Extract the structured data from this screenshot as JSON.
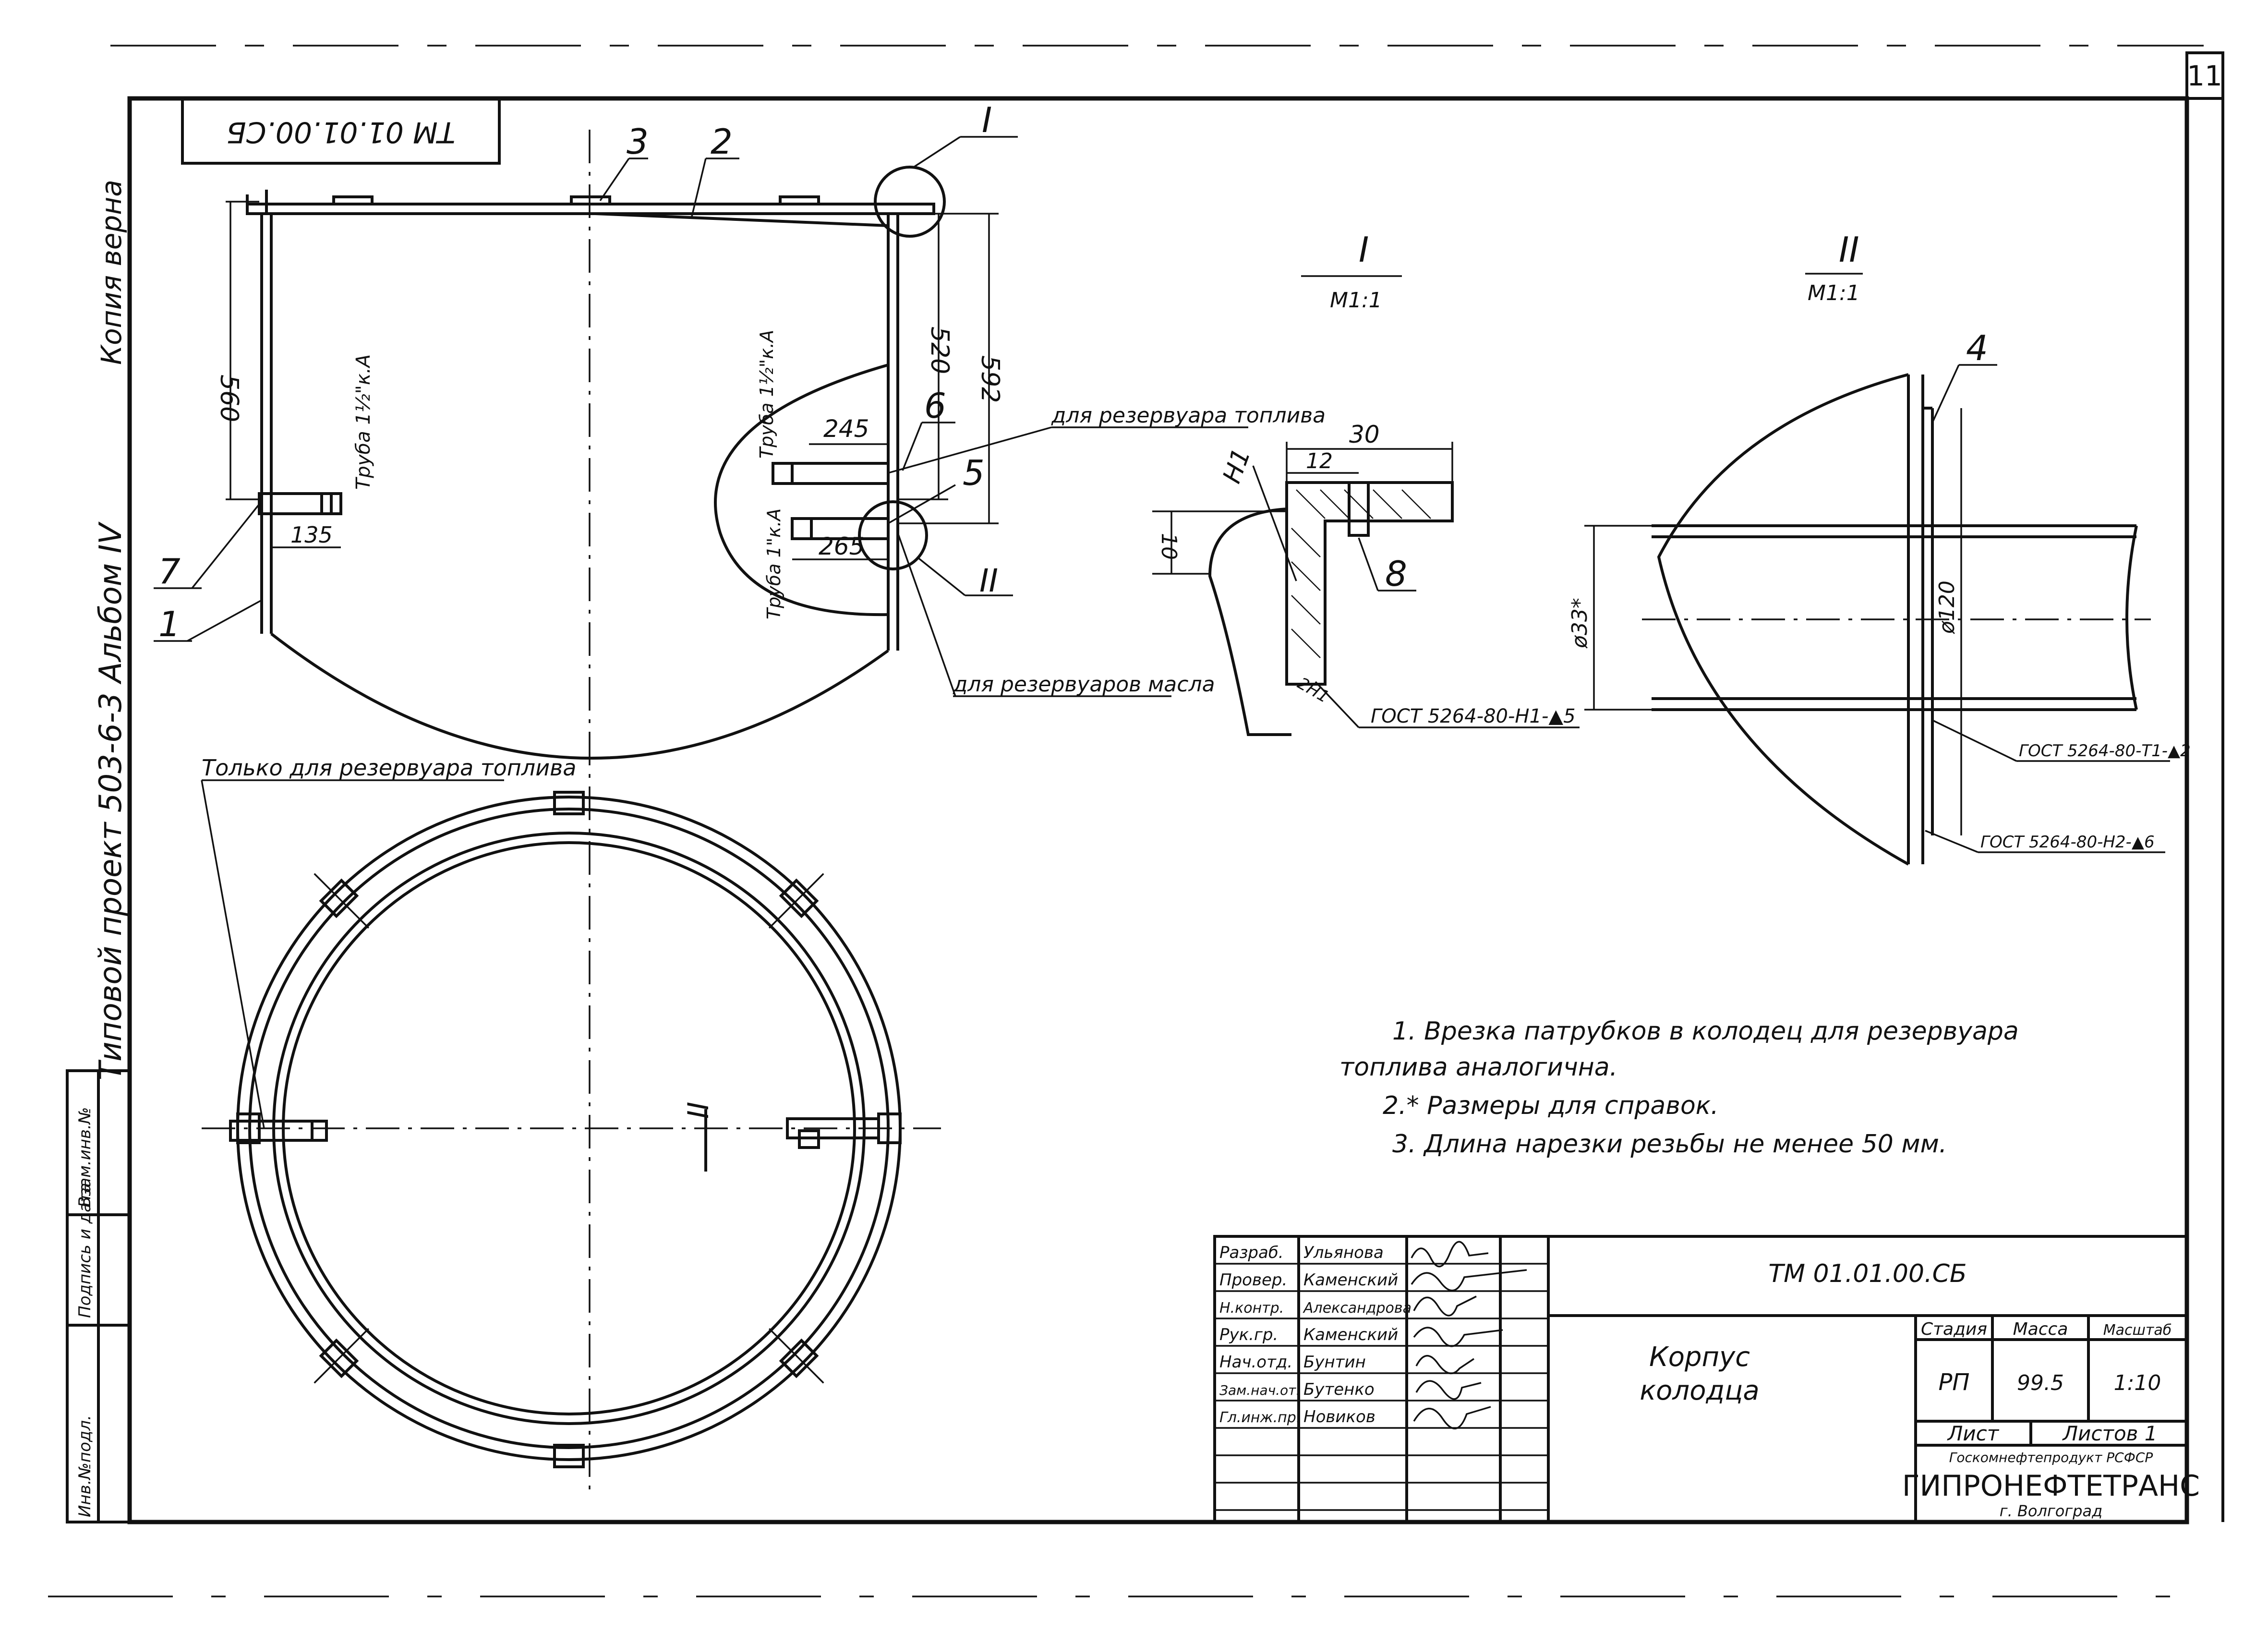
{
  "sheet": {
    "page_number": "11",
    "side_label": "Типовой проект 503-6-3 Альбом IV",
    "copy_mark": "Копия верна",
    "top_stamp": "ТМ 01.01.00.СБ"
  },
  "left_strip": {
    "cells": [
      "Инв.№подл.",
      "Подпись и дата",
      "Взам.инв.№"
    ]
  },
  "main_view": {
    "positions": [
      "1",
      "2",
      "3",
      "5",
      "6",
      "7"
    ],
    "dims": [
      "560",
      "520",
      "592",
      "245",
      "265",
      "135"
    ],
    "pipe_labels": [
      "Труба 1½\"к.А",
      "Труба 1½\"к.А",
      "Труба 1\"к.А"
    ],
    "callout_I": "I",
    "callout_II": "II",
    "note_fuel": "для резервуара топлива",
    "note_oil": "для резервуаров масла"
  },
  "plan_view": {
    "note_only": "Только для резервуара топлива"
  },
  "detail_I": {
    "title": "I",
    "scale": "М1:1",
    "dims": [
      "30",
      "12",
      "10"
    ],
    "positions": [
      "Н1",
      "8"
    ],
    "weld": "2Н1",
    "weld_std": "ГОСТ 5264-80-Н1-▲5"
  },
  "detail_II": {
    "title": "II",
    "scale": "М1:1",
    "dims": [
      "ø33*",
      "ø120"
    ],
    "positions": [
      "4"
    ],
    "weld_std_1": "ГОСТ 5264-80-Т1-▲2",
    "weld_std_2": "ГОСТ 5264-80-Н2-▲6"
  },
  "notes": [
    "1. Врезка патрубков в колодец для резервуара",
    "топлива аналогична.",
    "2.* Размеры для справок.",
    "3. Длина нарезки резьбы не менее 50 мм."
  ],
  "title_block": {
    "rows": [
      {
        "role": "Разраб.",
        "name": "Ульянова"
      },
      {
        "role": "Провер.",
        "name": "Каменский"
      },
      {
        "role": "Н.контр.",
        "name": "Александрова"
      },
      {
        "role": "Рук.гр.",
        "name": "Каменский"
      },
      {
        "role": "Нач.отд.",
        "name": "Бунтин"
      },
      {
        "role": "Зам.нач.от.",
        "name": "Бутенко"
      },
      {
        "role": "Гл.инж.пр.",
        "name": "Новиков"
      }
    ],
    "code": "ТМ 01.01.00.СБ",
    "title_line1": "Корпус",
    "title_line2": "колодца",
    "stage_header": "Стадия",
    "mass_header": "Масса",
    "scale_header": "Масштаб",
    "stage": "РП",
    "mass": "99.5",
    "scale": "1:10",
    "sheet_label": "Лист",
    "sheets_label": "Листов 1",
    "org_top": "Госкомнефтепродукт РСФСР",
    "org_main": "ГИПРОНЕФТЕТРАНС",
    "org_city": "г. Волгоград"
  }
}
